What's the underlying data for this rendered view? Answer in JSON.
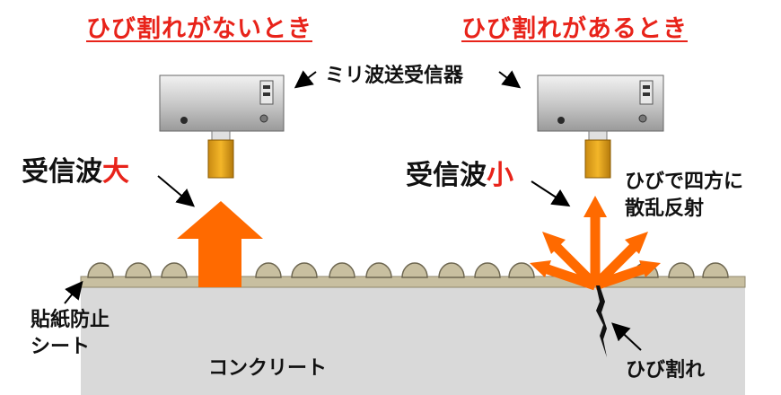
{
  "headings": {
    "no_crack": "ひび割れがないとき",
    "with_crack": "ひび割れがあるとき"
  },
  "labels": {
    "transceiver": "ミリ波送受信器",
    "received_large_prefix": "受信波",
    "received_large_accent": "大",
    "received_small_prefix": "受信波",
    "received_small_accent": "小",
    "scatter_line1": "ひびで四方に",
    "scatter_line2": "散乱反射",
    "sheet_line1": "貼紙防止",
    "sheet_line2": "シート",
    "concrete": "コンクリート",
    "crack": "ひび割れ"
  },
  "colors": {
    "heading_red": "#e8231a",
    "arrow_orange": "#ff6a00",
    "concrete_gray": "#d9d9d9",
    "sheet_tan": "#c8bfa0"
  },
  "icons": {
    "bumps": "dome-bump",
    "antenna": "gold-antenna"
  }
}
